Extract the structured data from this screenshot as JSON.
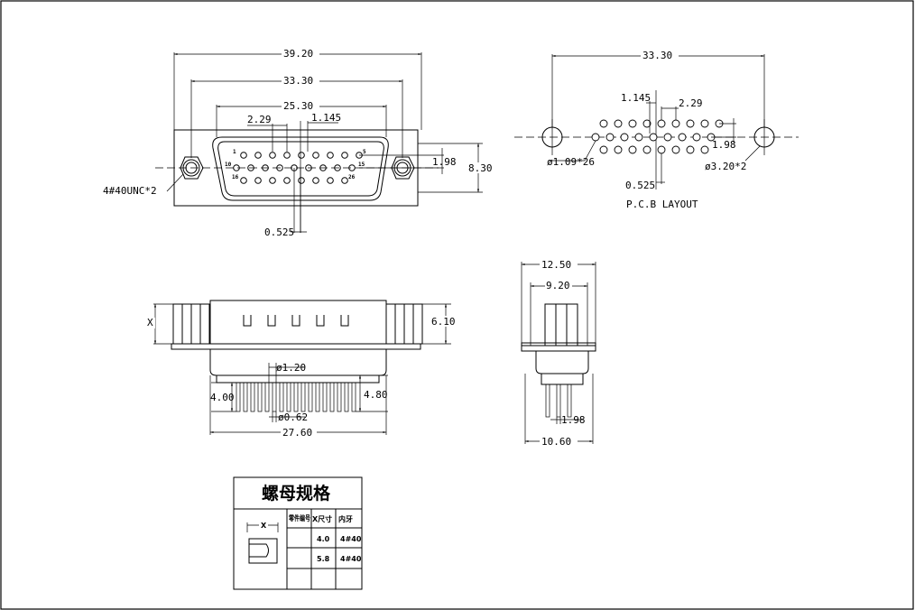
{
  "front_view": {
    "dim_overall": "39.20",
    "dim_mount": "33.30",
    "dim_shell": "25.30",
    "dim_pitch": "2.29",
    "dim_half_pitch": "1.145",
    "dim_row_offset": "0.525",
    "dim_row_pitch": "1.98",
    "dim_height": "8.30",
    "thread_note": "4#40UNC*2",
    "pin_label_1": "1",
    "pin_label_5": "5",
    "pin_label_10": "10",
    "pin_label_15": "15",
    "pin_label_16": "16",
    "pin_label_26": "26"
  },
  "pcb_layout": {
    "dim_mount": "33.30",
    "dim_half_pitch": "1.145",
    "dim_pitch": "2.29",
    "dim_row_pitch": "1.98",
    "dim_row_offset": "0.525",
    "hole_note": "ø1.09*26",
    "mount_hole_note": "ø3.20*2",
    "title": "P.C.B  LAYOUT"
  },
  "side_view": {
    "dim_x": "X",
    "dim_height": "6.10",
    "dim_pin_dia": "ø1.20",
    "dim_tail_dia": "ø0.62",
    "dim_left_len": "4.00",
    "dim_right_len": "4.80",
    "dim_width": "27.60"
  },
  "end_view": {
    "dim_top": "12.50",
    "dim_shell": "9.20",
    "dim_pitch": "1.98",
    "dim_bottom": "10.60"
  },
  "nut_table": {
    "title": "螺母规格",
    "header_part_no": "零件编号",
    "header_x": "X尺寸",
    "header_thread": "内牙",
    "rows": [
      {
        "x": "4.0",
        "thread": "4#40"
      },
      {
        "x": "5.8",
        "thread": "4#40"
      }
    ],
    "x_label": "X"
  }
}
